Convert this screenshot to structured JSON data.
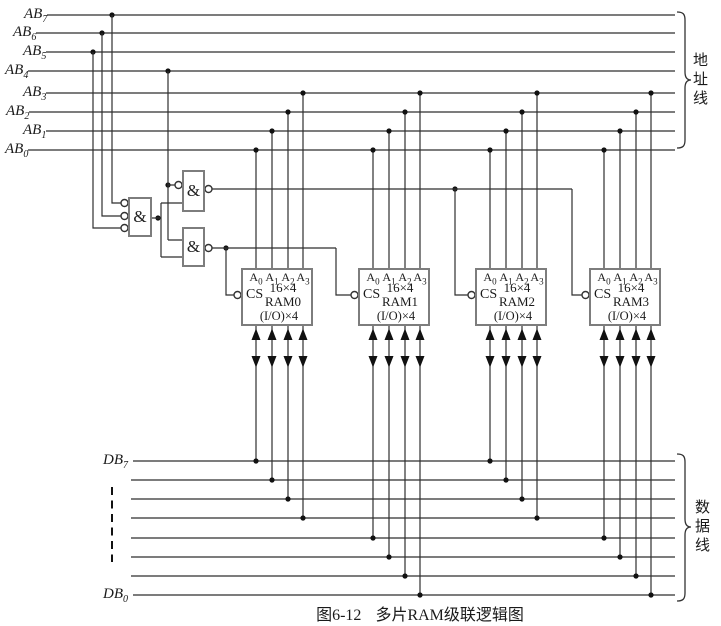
{
  "figure": {
    "caption": {
      "number": "图6-12",
      "title": "多片RAM级联逻辑图"
    }
  },
  "address_bus": {
    "group_label": "地址线",
    "lines": [
      {
        "base": "AB",
        "sub": "7"
      },
      {
        "base": "AB",
        "sub": "6"
      },
      {
        "base": "AB",
        "sub": "5"
      },
      {
        "base": "AB",
        "sub": "4"
      },
      {
        "base": "AB",
        "sub": "3"
      },
      {
        "base": "AB",
        "sub": "2"
      },
      {
        "base": "AB",
        "sub": "1"
      },
      {
        "base": "AB",
        "sub": "0"
      }
    ]
  },
  "data_bus": {
    "group_label": "数据线",
    "top_line": {
      "base": "DB",
      "sub": "7"
    },
    "bottom_line": {
      "base": "DB",
      "sub": "0"
    }
  },
  "gates": {
    "and_symbol": "&"
  },
  "ram_pins": [
    {
      "base": "A",
      "sub": "0"
    },
    {
      "base": "A",
      "sub": "1"
    },
    {
      "base": "A",
      "sub": "2"
    },
    {
      "base": "A",
      "sub": "3"
    }
  ],
  "rams": [
    {
      "cs": "CS",
      "size": "16×4",
      "name": "RAM0",
      "io": "(I/O)×4"
    },
    {
      "cs": "CS",
      "size": "16×4",
      "name": "RAM1",
      "io": "(I/O)×4"
    },
    {
      "cs": "CS",
      "size": "16×4",
      "name": "RAM2",
      "io": "(I/O)×4"
    },
    {
      "cs": "CS",
      "size": "16×4",
      "name": "RAM3",
      "io": "(I/O)×4"
    }
  ]
}
